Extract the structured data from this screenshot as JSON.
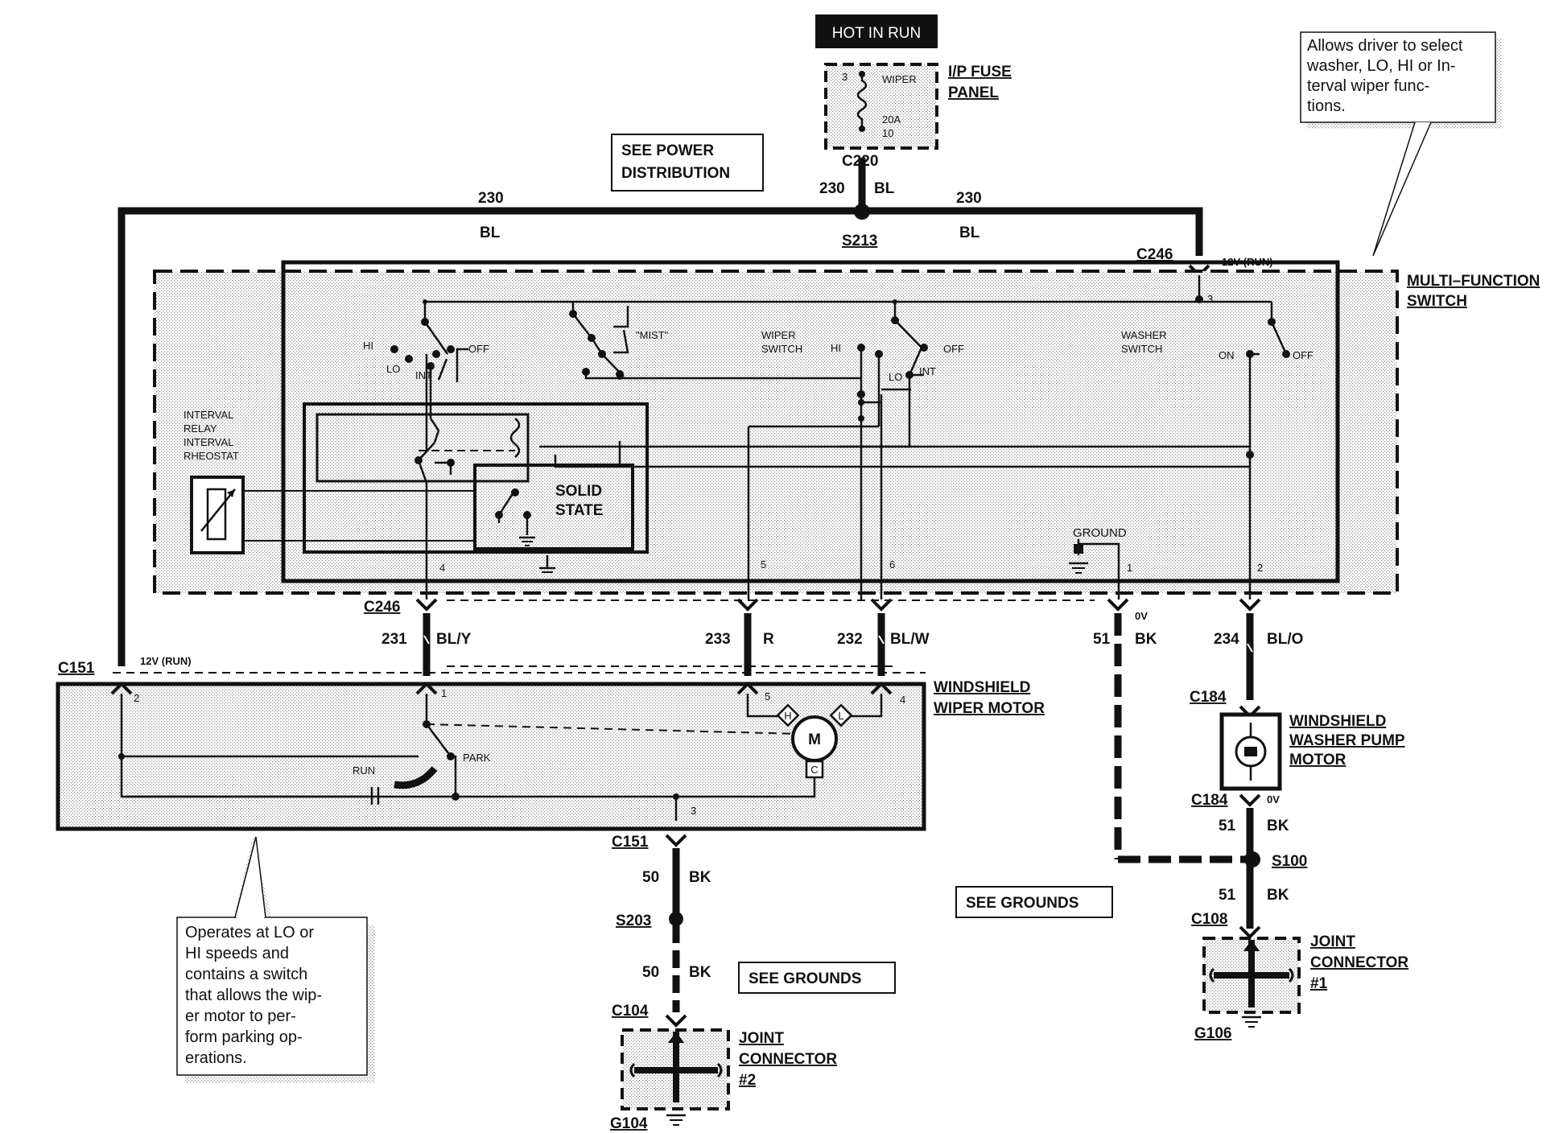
{
  "header": {
    "hot_in_run": "HOT IN RUN"
  },
  "fuse_panel": {
    "name_line1": "I/P FUSE",
    "name_line2": "PANEL",
    "pin_in": "3",
    "fuse_name": "WIPER",
    "rating": "20A",
    "pin_out": "10"
  },
  "refs": {
    "power": [
      "SEE POWER",
      "DISTRIBUTION"
    ],
    "grounds": "SEE GROUNDS"
  },
  "callouts": {
    "top_right": [
      "Allows driver to select",
      "washer,  LO, HI or In-",
      "terval     wiper  func-",
      "tions."
    ],
    "bottom_left": [
      "Operates at LO or",
      "HI   speeds   and",
      "contains a switch",
      "that allows the wip-",
      "er  motor  to  per-",
      "form  parking  op-",
      "erations."
    ]
  },
  "components": {
    "mfs": [
      "MULTI–FUNCTION",
      "SWITCH"
    ],
    "wiper_motor": [
      "WINDSHIELD",
      "WIPER MOTOR"
    ],
    "pump": [
      "WINDSHIELD",
      "WASHER PUMP",
      "MOTOR"
    ],
    "jc1": [
      "JOINT",
      "CONNECTOR",
      "#1"
    ],
    "jc2": [
      "JOINT",
      "CONNECTOR",
      "#2"
    ],
    "relay": [
      "INTERVAL",
      "RELAY",
      "INTERVAL",
      "RHEOSTAT"
    ],
    "solid_state": [
      "SOLID",
      "STATE"
    ]
  },
  "switch_labels": {
    "hi": "HI",
    "lo": "LO",
    "int": "INT",
    "off": "OFF",
    "mist": "\"MIST\"",
    "wiper_switch": [
      "WIPER",
      "SWITCH"
    ],
    "washer_switch": [
      "WASHER",
      "SWITCH"
    ],
    "on": "ON",
    "ground": "GROUND",
    "park": "PARK",
    "run": "RUN",
    "motor_m": "M",
    "motor_h": "H",
    "motor_l": "L",
    "motor_c": "C"
  },
  "voltages": {
    "run12": "12V (RUN)",
    "zero": "0V"
  },
  "connectors": {
    "c220": "C220",
    "c246": "C246",
    "c151": "C151",
    "c184": "C184",
    "c108": "C108",
    "c104": "C104",
    "s213": "S213",
    "s203": "S203",
    "s100": "S100",
    "g106": "G106",
    "g104": "G104"
  },
  "pins": {
    "mfs_3": "3",
    "mfs_4": "4",
    "mfs_5": "5",
    "mfs_6": "6",
    "mfs_1": "1",
    "mfs_2": "2",
    "wm_2": "2",
    "wm_1": "1",
    "wm_5": "5",
    "wm_4": "4",
    "wm_3": "3"
  },
  "circuits": {
    "c230": "230",
    "bl": "BL",
    "c231": "231",
    "bly": "BL/Y",
    "c233": "233",
    "r": "R",
    "c232": "232",
    "blw": "BL/W",
    "c51": "51",
    "bk": "BK",
    "c234": "234",
    "blo": "BL/O",
    "c50": "50"
  }
}
